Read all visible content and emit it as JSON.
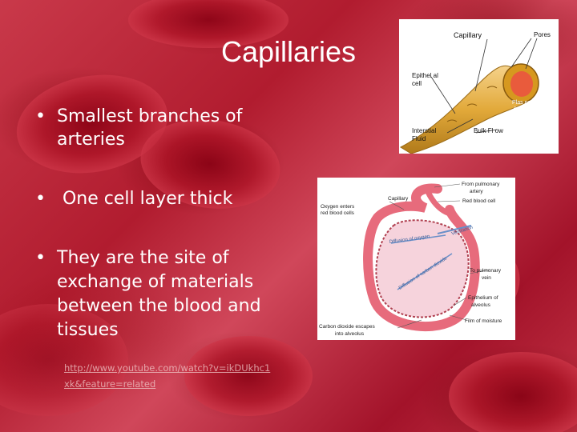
{
  "slide": {
    "title": "Capillaries",
    "bullets": [
      {
        "symbol": "•",
        "lines": [
          "Smallest branches of",
          "arteries"
        ]
      },
      {
        "symbol": "•",
        "lines": [
          " One cell layer thick"
        ]
      },
      {
        "symbol": "•",
        "lines": [
          "They are the site of",
          "exchange of materials",
          "between the blood and",
          "tissues"
        ]
      }
    ],
    "link_lines": [
      "http://www.youtube.com/watch?v=ikDUkhc1",
      "xk&feature=related"
    ]
  },
  "figure_capillary": {
    "labels": {
      "capillary": "Capillary",
      "pores": "Pores",
      "epithelial_1": "Epithel al",
      "epithelial_2": "cell",
      "plasma_1": "Plas na",
      "plasma_2": "fluid",
      "interstitial_1": "Interstial",
      "interstitial_2": "Fluid",
      "bulk_flow": "Bulk Fl ow"
    }
  },
  "figure_alveolus": {
    "labels": {
      "capillary": "Capillary",
      "from_pulmonary_1": "From pulmonary",
      "from_pulmonary_2": "artery",
      "red_blood_cell": "Red blood cell",
      "oxygen_enters_1": "Oxygen enters",
      "oxygen_enters_2": "red blood cells",
      "ventilation": "Ventilation",
      "diffusion_oxygen": "Diffusion of oxygen",
      "diffusion_co2": "Diffusion of carbon dioxide",
      "to_pulmonary_1": "To pulmonary",
      "to_pulmonary_2": "vein",
      "epithelium_1": "Epithelium of",
      "epithelium_2": "alveolus",
      "co2_escapes_1": "Carbon dioxide escapes",
      "co2_escapes_2": "into alveolus",
      "film_moisture": "Film of moisture"
    }
  },
  "colors": {
    "background_red": "#b11c2f",
    "text_white": "#ffffff",
    "vessel_yellow": "#e2a93a",
    "vessel_pink": "#e76b7c",
    "alveolus_fill": "#f6d3dc"
  }
}
